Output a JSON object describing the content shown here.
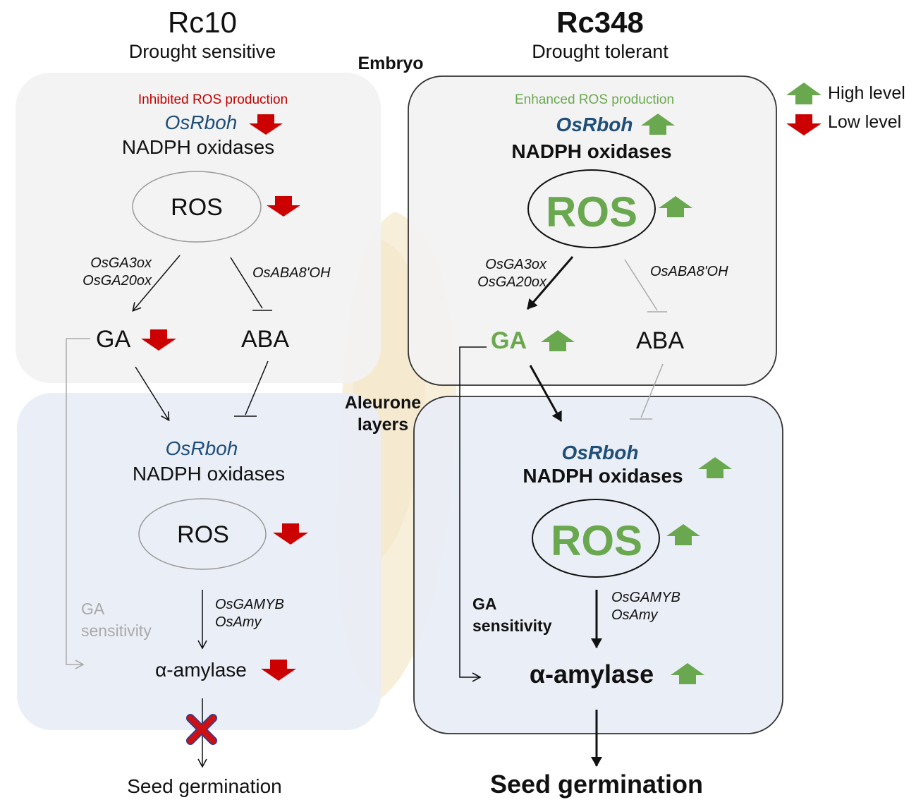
{
  "columns": {
    "left": {
      "title": "Rc10",
      "subtitle": "Drought sensitive"
    },
    "right": {
      "title": "Rc348",
      "subtitle": "Drought tolerant"
    }
  },
  "section_labels": {
    "embryo": "Embryo",
    "aleurone": "Aleurone\nlayers"
  },
  "legend": {
    "high": "High level",
    "low": "Low level"
  },
  "left": {
    "embryo": {
      "note": "Inhibited ROS production",
      "gene": "OsRboh",
      "enzyme": "NADPH oxidases",
      "ros": "ROS",
      "ga_genes": [
        "OsGA3ox",
        "OsGA20ox"
      ],
      "aba_gene": "OsABA8'OH",
      "ga": "GA",
      "aba": "ABA"
    },
    "aleurone": {
      "gene": "OsRboh",
      "enzyme": "NADPH oxidases",
      "ros": "ROS",
      "amy_genes": [
        "OsGAMYB",
        "OsAmy"
      ],
      "ga_sensitivity": "GA\nsensitivity",
      "amylase": "α-amylase",
      "outcome": "Seed germination"
    }
  },
  "right": {
    "embryo": {
      "note": "Enhanced ROS production",
      "gene": "OsRboh",
      "enzyme": "NADPH oxidases",
      "ros": "ROS",
      "ga_genes": [
        "OsGA3ox",
        "OsGA20ox"
      ],
      "aba_gene": "OsABA8'OH",
      "ga": "GA",
      "aba": "ABA"
    },
    "aleurone": {
      "gene": "OsRboh",
      "enzyme": "NADPH oxidases",
      "ros": "ROS",
      "amy_genes": [
        "OsGAMYB",
        "OsAmy"
      ],
      "ga_sensitivity": "GA\nsensitivity",
      "amylase": "α-amylase",
      "outcome": "Seed germination"
    }
  },
  "colors": {
    "up_arrow": "#6aa84f",
    "down_arrow": "#cc0000",
    "gene_blue": "#1f4e79",
    "green_text": "#6aa84f",
    "red_note": "#c00000",
    "embryo_bg": "#f2f2f2",
    "aleurone_bg": "#e8edf5"
  }
}
